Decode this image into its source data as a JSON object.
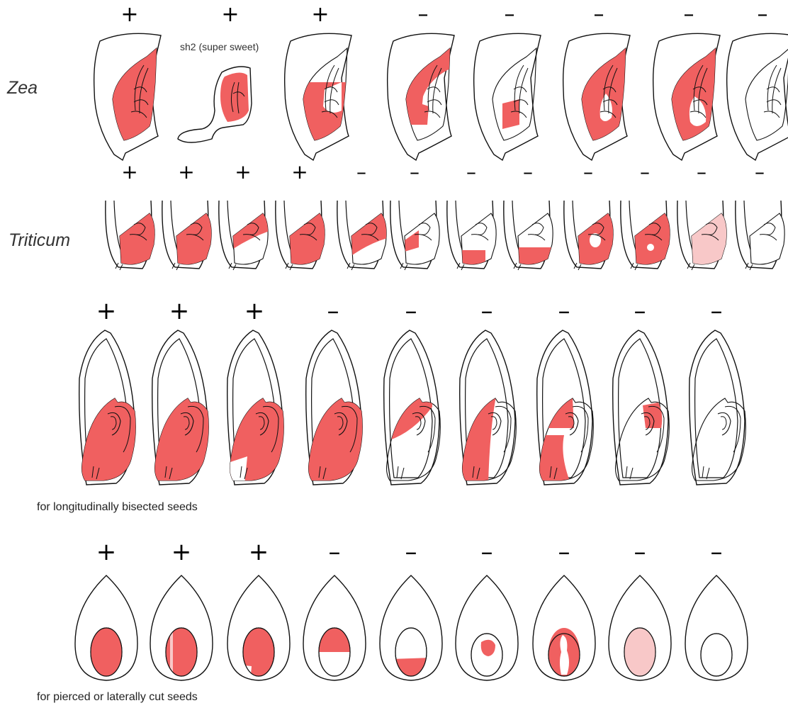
{
  "colors": {
    "stain": "#f06060",
    "stain_light": "#f8c8c8",
    "outline": "#111111",
    "background": "#ffffff"
  },
  "labels": {
    "zea": "Zea",
    "triticum": "Triticum",
    "sh2": "sh2 (super sweet)",
    "longitudinal": "for longitudinally bisected seeds",
    "lateral": "for pierced or laterally cut seeds"
  },
  "rows": {
    "zea": [
      "+",
      "+",
      "+",
      "-",
      "-",
      "-",
      "-",
      "-"
    ],
    "triticum": [
      "+",
      "+",
      "+",
      "+",
      "-",
      "-",
      "-",
      "-",
      "-",
      "-",
      "-",
      "-"
    ],
    "longitudinal": [
      "+",
      "+",
      "+",
      "-",
      "-",
      "-",
      "-",
      "-",
      "-"
    ],
    "lateral": [
      "+",
      "+",
      "+",
      "-",
      "-",
      "-",
      "-",
      "-",
      "-"
    ]
  }
}
